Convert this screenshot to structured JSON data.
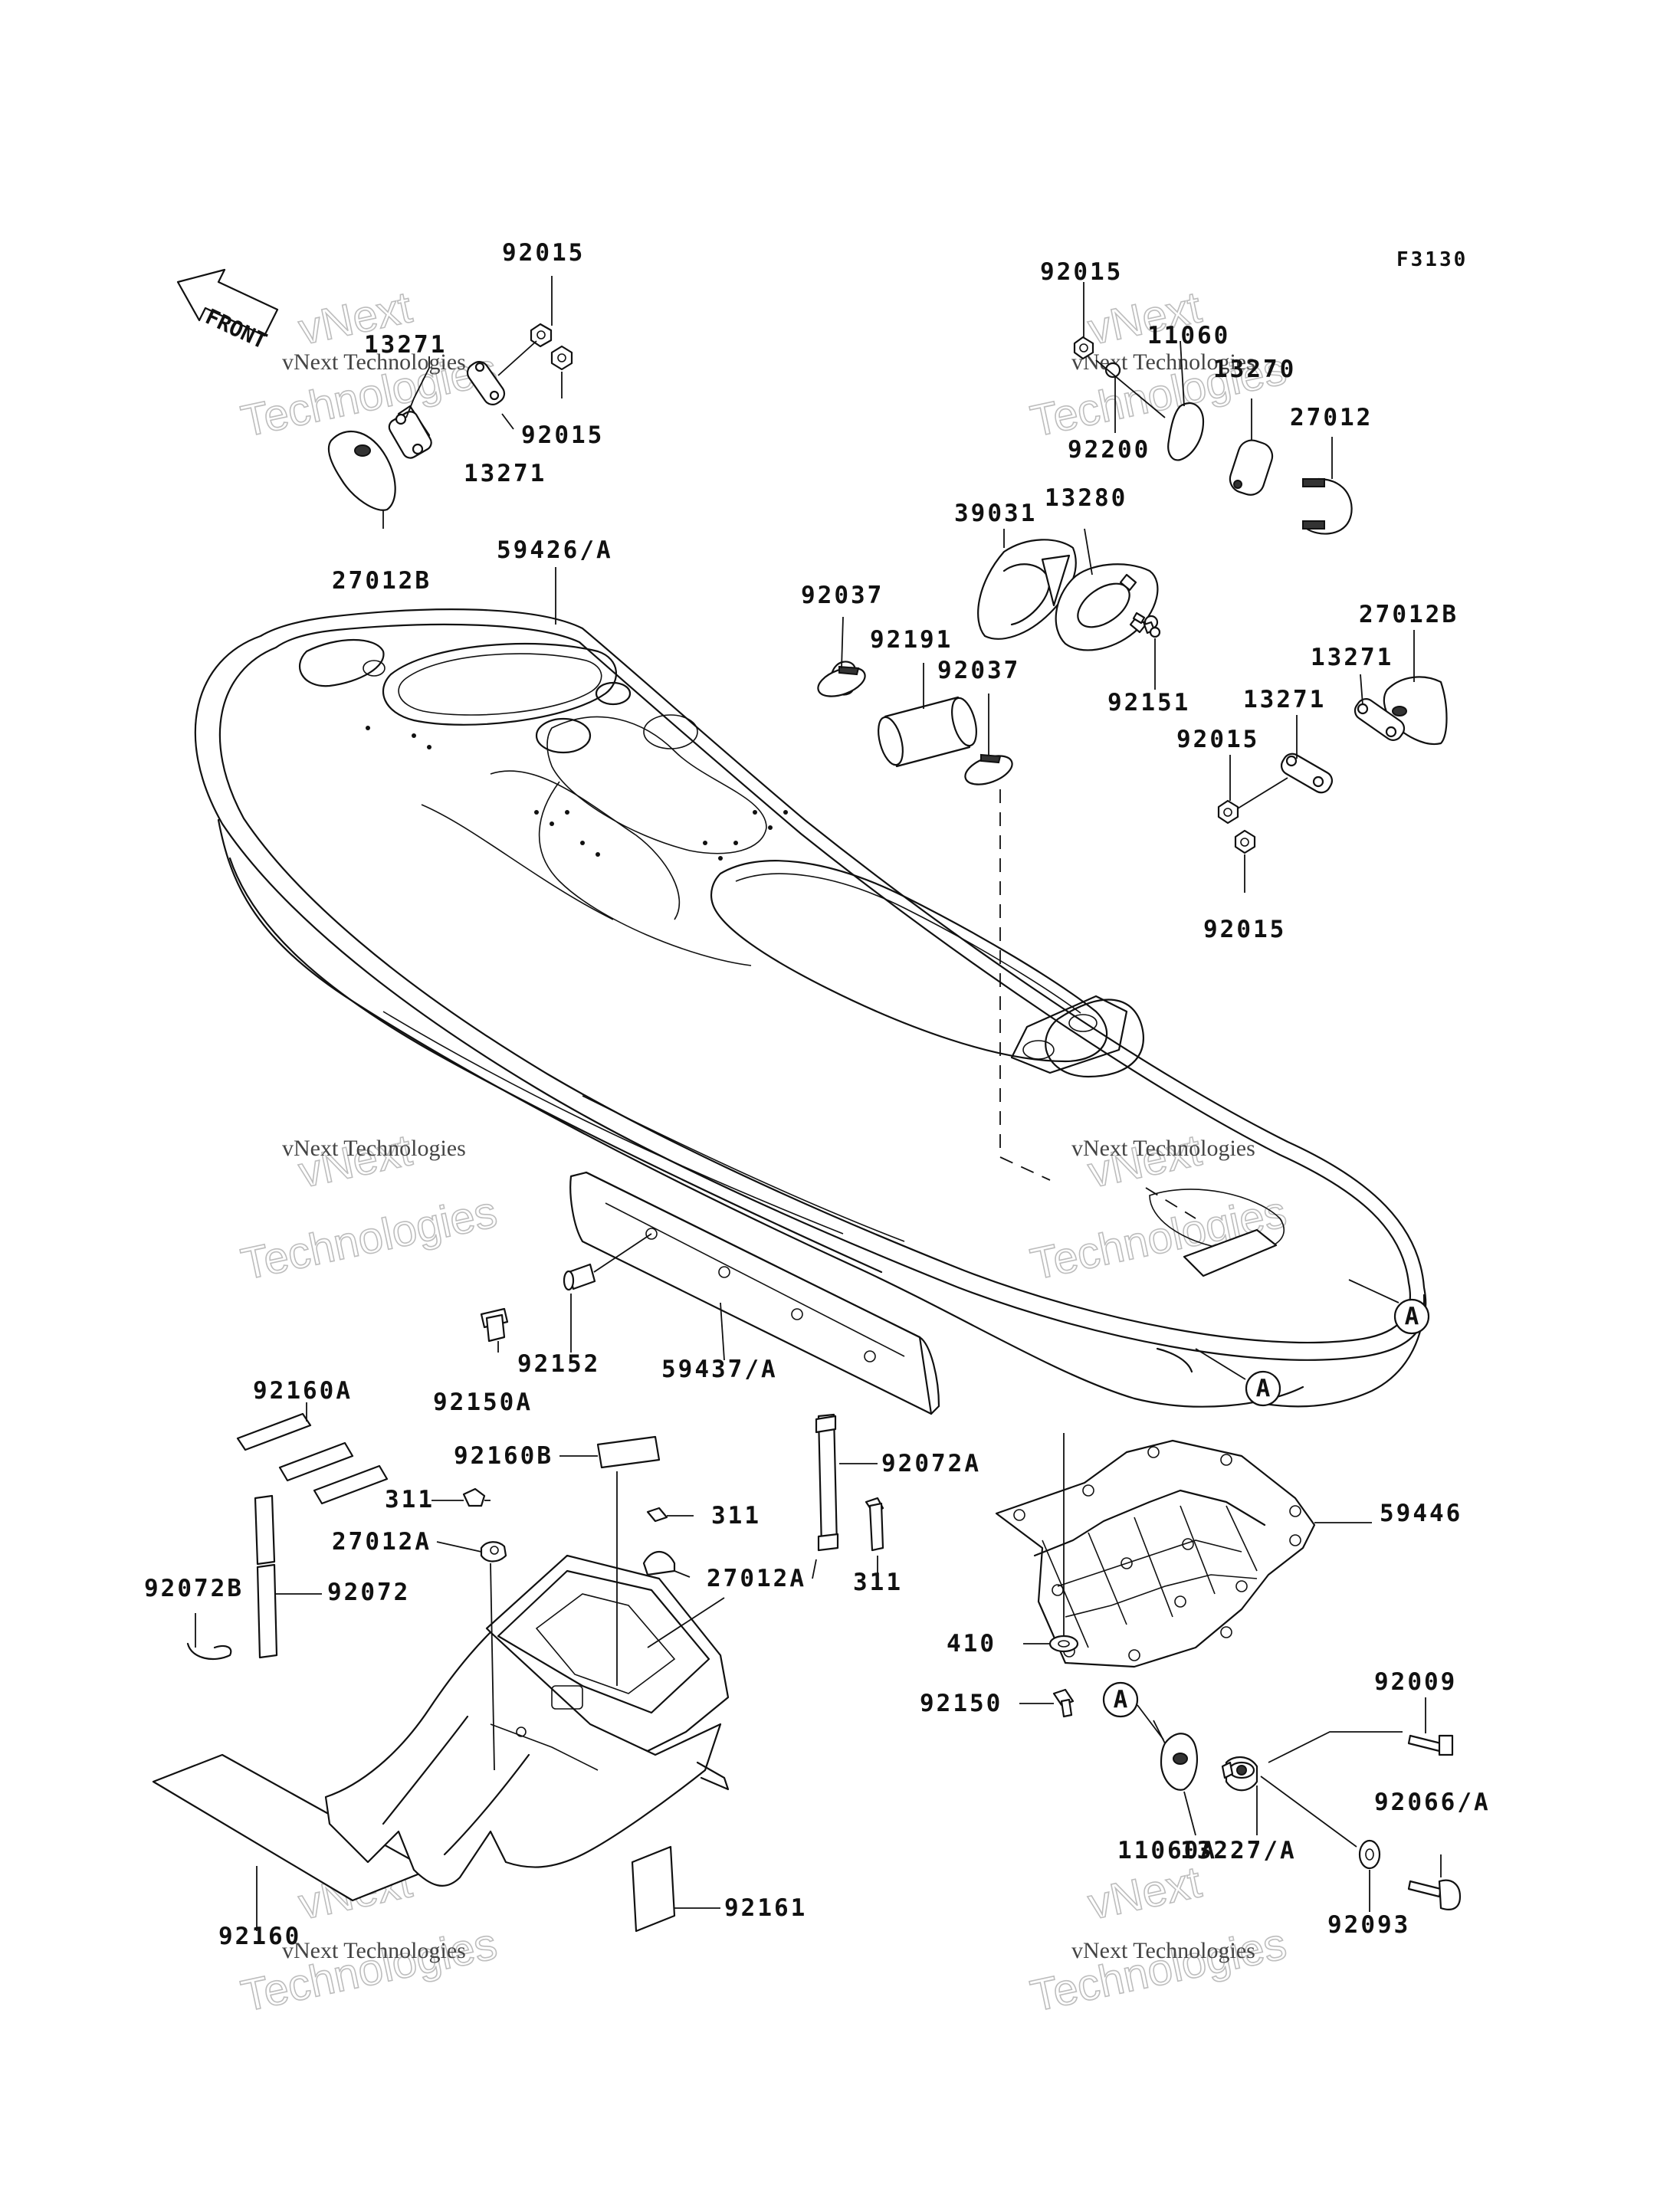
{
  "figure_code": "F3130",
  "front_arrow_label": "FRONT",
  "watermark": {
    "line1": "vNext Technologies",
    "line2": "vNext",
    "line3": "Technologies"
  },
  "callouts": {
    "ref_a_1": "A",
    "ref_a_2": "A",
    "ref_a_3": "A"
  },
  "parts": {
    "p92015_a": "92015",
    "p13271_a": "13271",
    "p92015_b": "92015",
    "p13271_b": "13271",
    "p27012B_a": "27012B",
    "p59426": "59426/A",
    "p92015_c": "92015",
    "p11060": "11060",
    "p13270": "13270",
    "p92200": "92200",
    "p27012": "27012",
    "p39031": "39031",
    "p13280": "13280",
    "p92037_a": "92037",
    "p92191": "92191",
    "p92037_b": "92037",
    "p92151": "92151",
    "p27012B_b": "27012B",
    "p13271_c": "13271",
    "p13271_d": "13271",
    "p92015_d": "92015",
    "p92015_e": "92015",
    "p92160A": "92160A",
    "p92150A": "92150A",
    "p92152": "92152",
    "p59437": "59437/A",
    "p92160B": "92160B",
    "p92072A": "92072A",
    "p311_a": "311",
    "p311_b": "311",
    "p27012A_a": "27012A",
    "p27012A_b": "27012A",
    "p311_c": "311",
    "p92072B": "92072B",
    "p92072": "92072",
    "p59446": "59446",
    "p410": "410",
    "p92150": "92150",
    "p92009": "92009",
    "p11060A": "11060A",
    "p13227": "13227/A",
    "p92066": "92066/A",
    "p92093": "92093",
    "p92160": "92160",
    "p92161": "92161"
  }
}
